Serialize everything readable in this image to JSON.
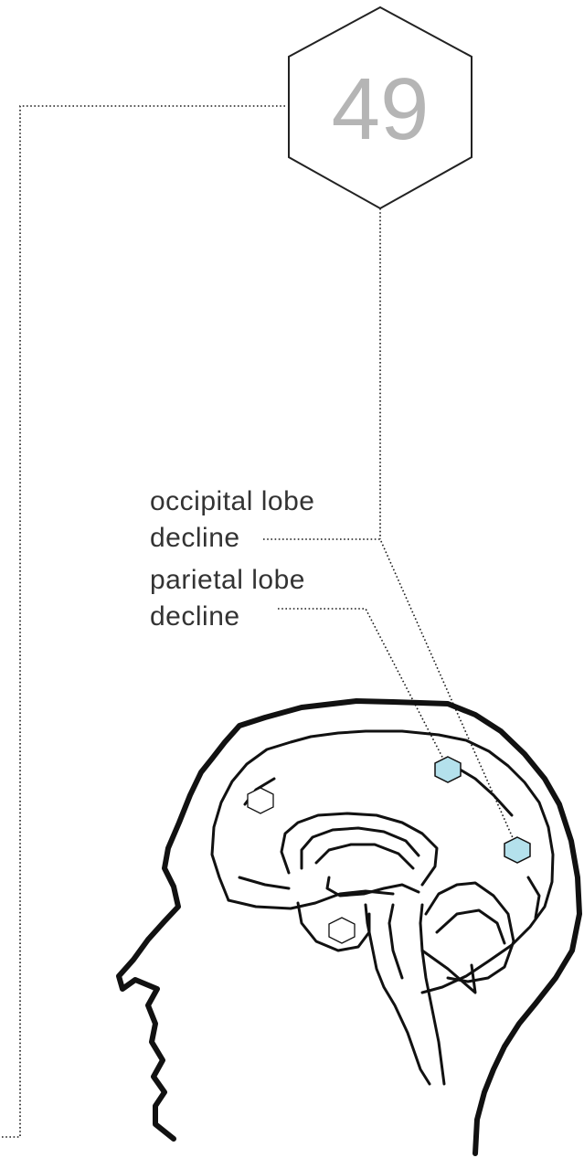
{
  "figure_number": "49",
  "labels": {
    "occipital_line1": "occipital lobe",
    "occipital_line2": "decline",
    "parietal_line1": "parietal lobe",
    "parietal_line2": "decline"
  },
  "colors": {
    "highlight_fill": "#b4e1ec",
    "line": "#111111",
    "number": "#b5b5b5",
    "label_text": "#333333"
  },
  "markers": [
    {
      "region": "parietal",
      "highlighted": true
    },
    {
      "region": "occipital",
      "highlighted": true
    },
    {
      "region": "frontal",
      "highlighted": false
    },
    {
      "region": "temporal",
      "highlighted": false
    }
  ]
}
